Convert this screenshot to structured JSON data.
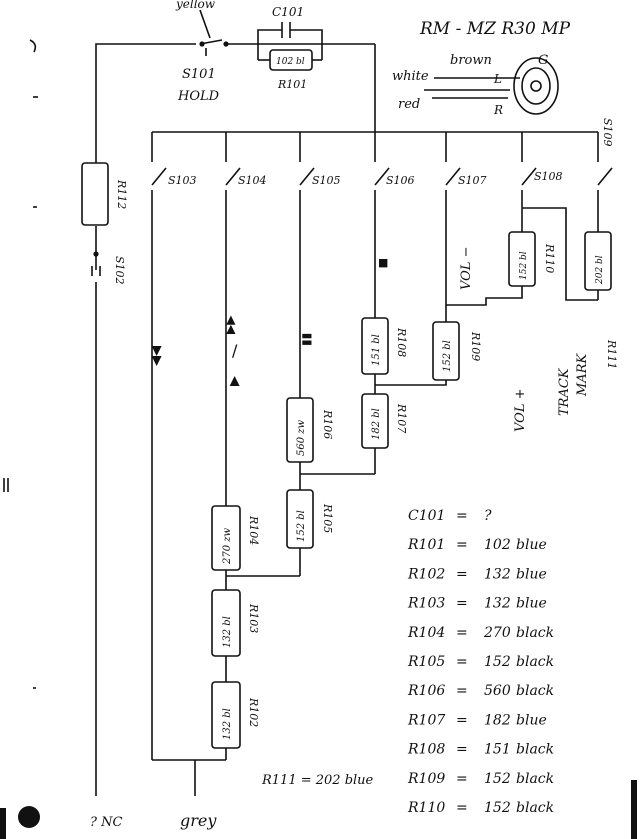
{
  "title": "RM - MZ R30 MP",
  "wires": {
    "yellow": "yellow",
    "grey": "grey",
    "white": "white",
    "red": "red",
    "brown": "brown"
  },
  "plug": {
    "g": "G",
    "l": "L",
    "r": "R"
  },
  "capacitor": {
    "name": "C101",
    "value": "102 bl",
    "resistor": "R101"
  },
  "hold": {
    "switch": "S101",
    "label": "HOLD"
  },
  "left": {
    "resistor": "R112",
    "switch": "S102"
  },
  "switches": [
    "S103",
    "S104",
    "S105",
    "S106",
    "S107",
    "S108",
    "S109"
  ],
  "symbols": {
    "rew": "◀◀",
    "ff": "▶▶",
    "play": "▶",
    "slash": "/",
    "pause": "▮▮",
    "stop": "■"
  },
  "labels": {
    "vol_minus": "VOL −",
    "vol_plus": "VOL +",
    "track": "TRACK",
    "mark": "MARK",
    "nc": "? NC"
  },
  "resistors": {
    "r102": {
      "name": "R102",
      "value": "132 bl"
    },
    "r103": {
      "name": "R103",
      "value": "132 bl"
    },
    "r104": {
      "name": "R104",
      "value": "270 zw"
    },
    "r105": {
      "name": "R105",
      "value": "152 bl"
    },
    "r106": {
      "name": "R106",
      "value": "560 zw"
    },
    "r107": {
      "name": "R107",
      "value": "182 bl"
    },
    "r108": {
      "name": "R108",
      "value": "151 bl"
    },
    "r109": {
      "name": "R109",
      "value": "152 bl"
    },
    "r110": {
      "name": "R110",
      "value": "152 bl"
    },
    "r111": {
      "name": "R111",
      "value": "202 bl"
    }
  },
  "legend": [
    {
      "ref": "C101",
      "eq": "=",
      "value": "?",
      "color": ""
    },
    {
      "ref": "R101",
      "eq": "=",
      "value": "102",
      "color": "blue"
    },
    {
      "ref": "R102",
      "eq": "=",
      "value": "132",
      "color": "blue"
    },
    {
      "ref": "R103",
      "eq": "=",
      "value": "132",
      "color": "blue"
    },
    {
      "ref": "R104",
      "eq": "=",
      "value": "270",
      "color": "black"
    },
    {
      "ref": "R105",
      "eq": "=",
      "value": "152",
      "color": "black"
    },
    {
      "ref": "R106",
      "eq": "=",
      "value": "560",
      "color": "black"
    },
    {
      "ref": "R107",
      "eq": "=",
      "value": "182",
      "color": "blue"
    },
    {
      "ref": "R108",
      "eq": "=",
      "value": "151",
      "color": "black"
    },
    {
      "ref": "R109",
      "eq": "=",
      "value": "152",
      "color": "black"
    },
    {
      "ref": "R110",
      "eq": "=",
      "value": "152",
      "color": "black"
    }
  ],
  "r111_note": "R111 = 202 blue"
}
